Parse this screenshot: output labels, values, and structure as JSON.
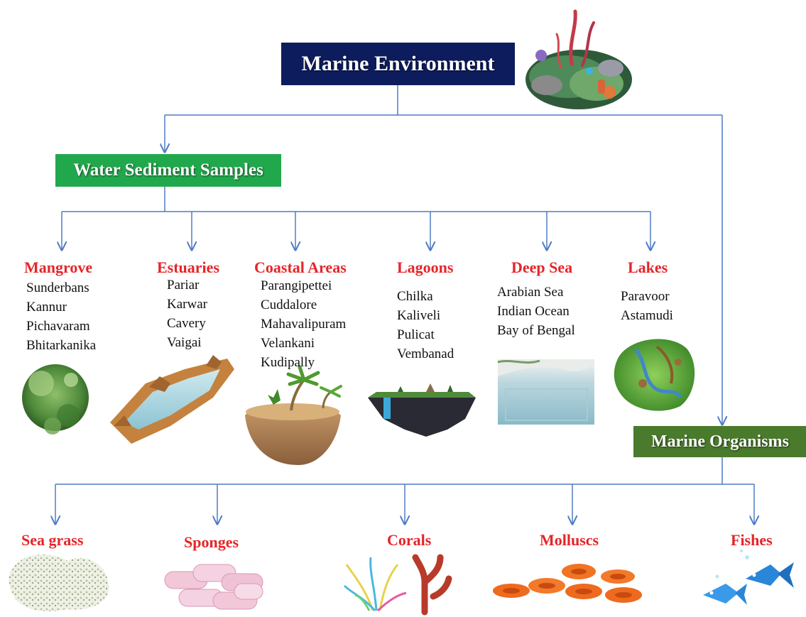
{
  "root": {
    "label": "Marine Environment"
  },
  "water_samples": {
    "label": "Water Sediment Samples"
  },
  "marine_organisms": {
    "label": "Marine Organisms"
  },
  "categories": [
    {
      "title": "Mangrove",
      "items": [
        "Sunderbans",
        "Kannur",
        "Pichavaram",
        "Bhitarkanika"
      ]
    },
    {
      "title": "Estuaries",
      "items": [
        "Pariar",
        "Karwar",
        "Cavery",
        "Vaigai"
      ]
    },
    {
      "title": "Coastal Areas",
      "items": [
        "Parangipettei",
        "Cuddalore",
        "Mahavalipuram",
        "Velankani",
        "Kudipally"
      ]
    },
    {
      "title": "Lagoons",
      "items": [
        "Chilka",
        "Kaliveli",
        "Pulicat",
        "Vembanad"
      ]
    },
    {
      "title": "Deep Sea",
      "items": [
        "Arabian Sea",
        "Indian Ocean",
        "Bay of Bengal"
      ]
    },
    {
      "title": "Lakes",
      "items": [
        "Paravoor",
        "Astamudi"
      ]
    }
  ],
  "organisms": [
    {
      "title": "Sea grass"
    },
    {
      "title": "Sponges"
    },
    {
      "title": "Corals"
    },
    {
      "title": "Molluscs"
    },
    {
      "title": "Fishes"
    }
  ],
  "colors": {
    "root_box": "#0d1c5c",
    "water_box": "#22a84c",
    "organisms_box": "#4a7a2c",
    "category_title": "#e5252a",
    "connector": "#4f7cc4"
  }
}
